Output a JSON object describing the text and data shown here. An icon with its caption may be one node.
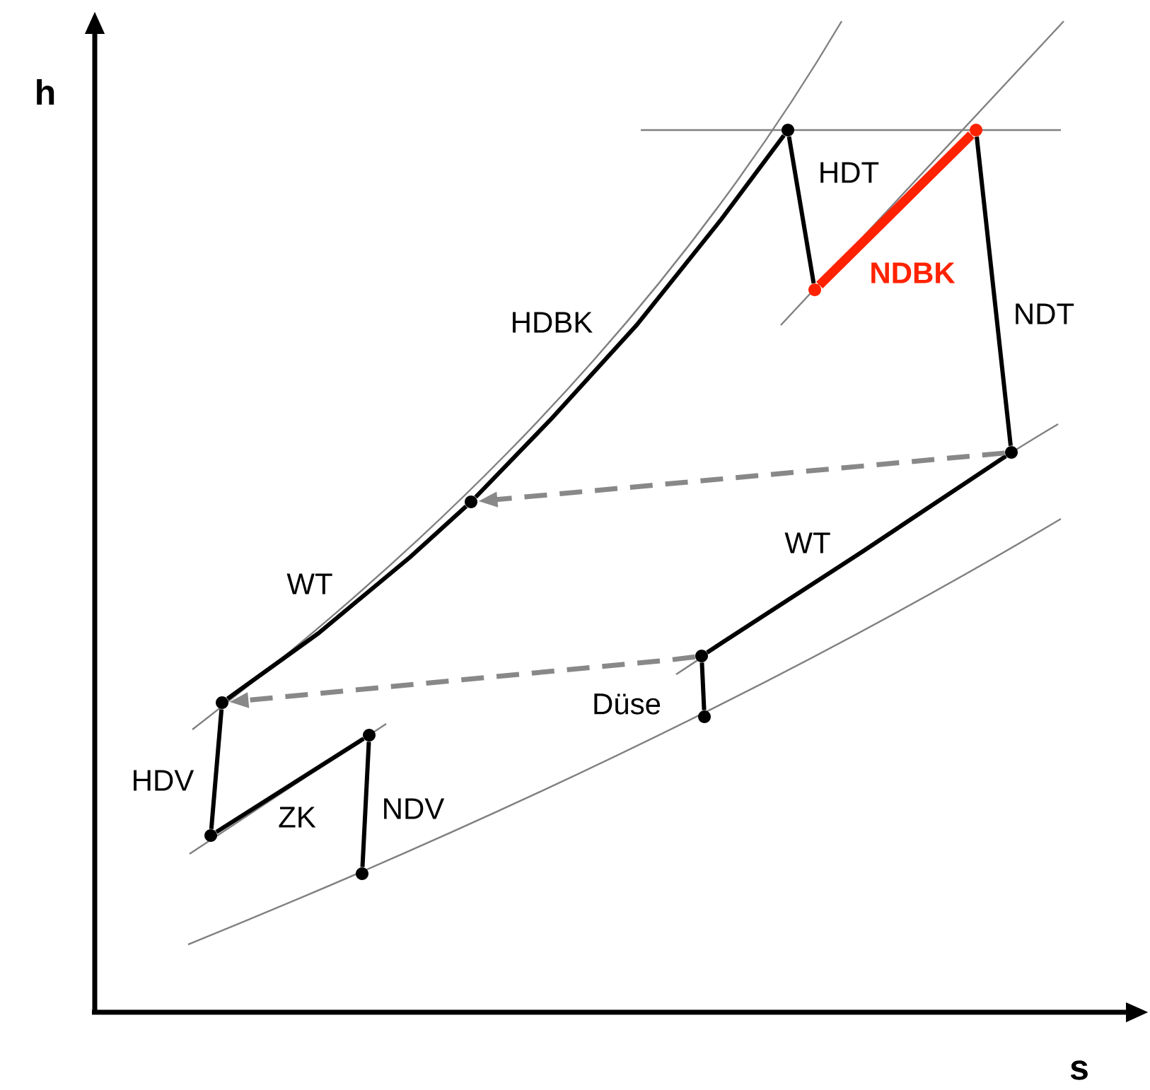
{
  "diagram": {
    "nodes": [
      {
        "text": [],
        "shape": "circle"
      },
      {
        "text": [],
        "shape": "circle"
      },
      {
        "text": [],
        "shape": "circle"
      },
      {
        "text": [],
        "shape": "circle"
      },
      {
        "text": [],
        "shape": "circle"
      },
      {
        "text": [],
        "shape": "circle"
      },
      {
        "text": [],
        "shape": "circle"
      },
      {
        "text": [],
        "shape": "circle"
      },
      {
        "text": [],
        "shape": "circle"
      },
      {
        "text": [],
        "shape": "circle"
      },
      {
        "text": [],
        "shape": "circle"
      }
    ],
    "edges": [
      {
        "from": 1,
        "to": 0,
        "arrow": "none",
        "label": "HDV"
      },
      {
        "from": 1,
        "to": 2,
        "arrow": "none",
        "label": "ZK"
      },
      {
        "from": 2,
        "to": 3,
        "arrow": "none",
        "label": "NDV"
      },
      {
        "from": 0,
        "to": 4,
        "arrow": "none",
        "label": "WT"
      },
      {
        "from": 4,
        "to": 5,
        "arrow": "none",
        "label": "HDBK"
      },
      {
        "from": 5,
        "to": 6,
        "arrow": "none",
        "label": "HDT"
      },
      {
        "from": 6,
        "to": 7,
        "arrow": "none",
        "label": "NDBK",
        "style": "thick",
        "color": "#ff2200"
      },
      {
        "from": 7,
        "to": 8,
        "arrow": "none",
        "label": "NDT"
      },
      {
        "from": 8,
        "to": 9,
        "arrow": "none",
        "label": "WT"
      },
      {
        "from": 9,
        "to": 10,
        "arrow": "none",
        "label": "Düse"
      },
      {
        "from": 8,
        "to": 4,
        "arrow": "to",
        "style": "dashed",
        "color": "#888888"
      },
      {
        "from": 9,
        "to": 0,
        "arrow": "to",
        "style": "dashed",
        "color": "#888888"
      }
    ],
    "labels": [
      "h",
      "s"
    ]
  }
}
